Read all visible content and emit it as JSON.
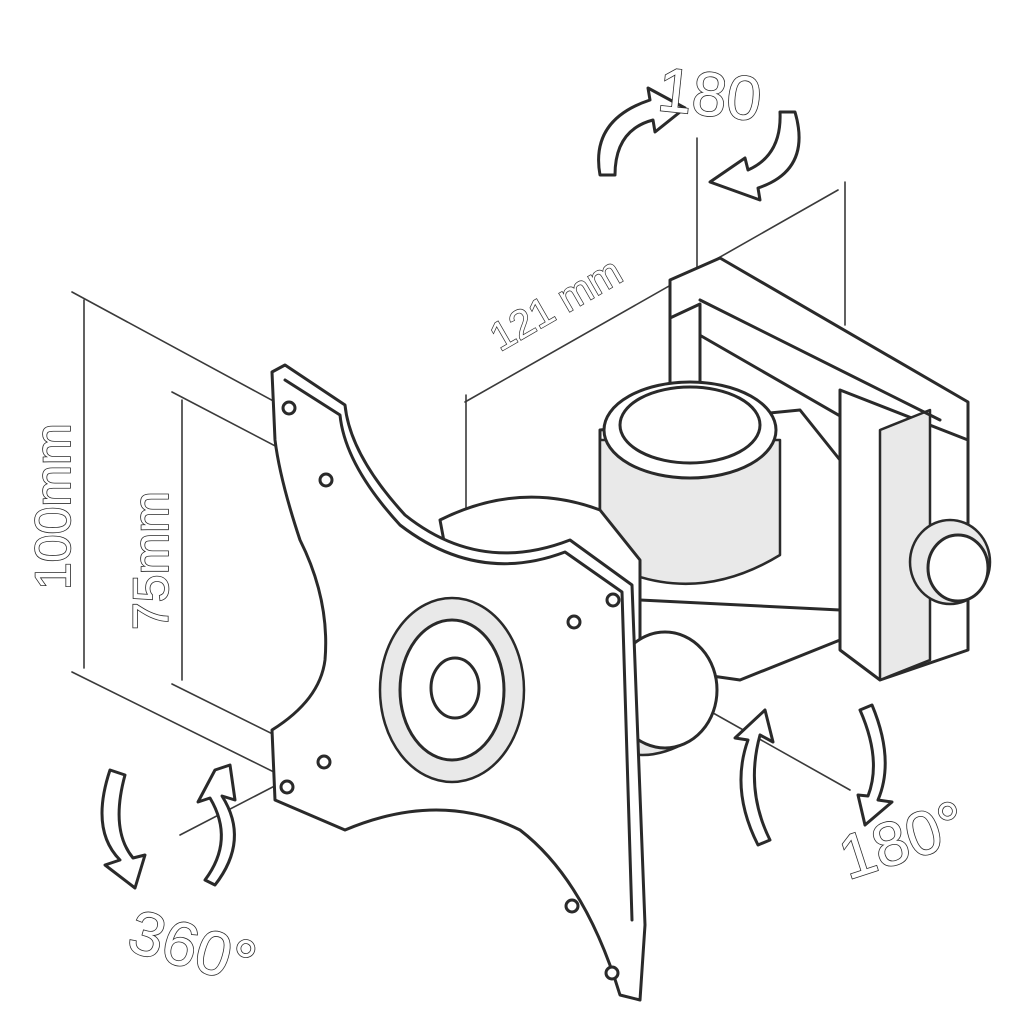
{
  "labels": {
    "top_rotation": "180",
    "width": "121 mm",
    "height_outer": "100mm",
    "height_inner": "75mm",
    "right_rotation": "180°",
    "left_rotation": "360°"
  },
  "colors": {
    "ink": "#2a2a2a",
    "background": "#ffffff"
  },
  "icons": [
    "rotate-arrow-icon",
    "rotate-arrow-icon",
    "rotate-arrow-icon",
    "rotate-arrow-icon",
    "rotate-arrow-icon",
    "rotate-arrow-icon"
  ]
}
